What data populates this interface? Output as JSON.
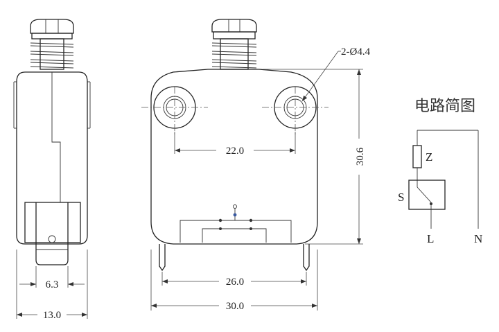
{
  "circuit": {
    "title": "电路简图",
    "label_z": "Z",
    "label_s": "S",
    "label_l": "L",
    "label_n": "N"
  },
  "dimensions": {
    "hole_spec": "2-Ø4.4",
    "hole_spacing": "22.0",
    "body_height": "30.6",
    "terminal_spacing": "26.0",
    "body_width": "30.0",
    "tab_width": "6.3",
    "side_thickness": "13.0"
  },
  "colors": {
    "line": "#222222",
    "accent_blue": "#3a5aa0"
  }
}
